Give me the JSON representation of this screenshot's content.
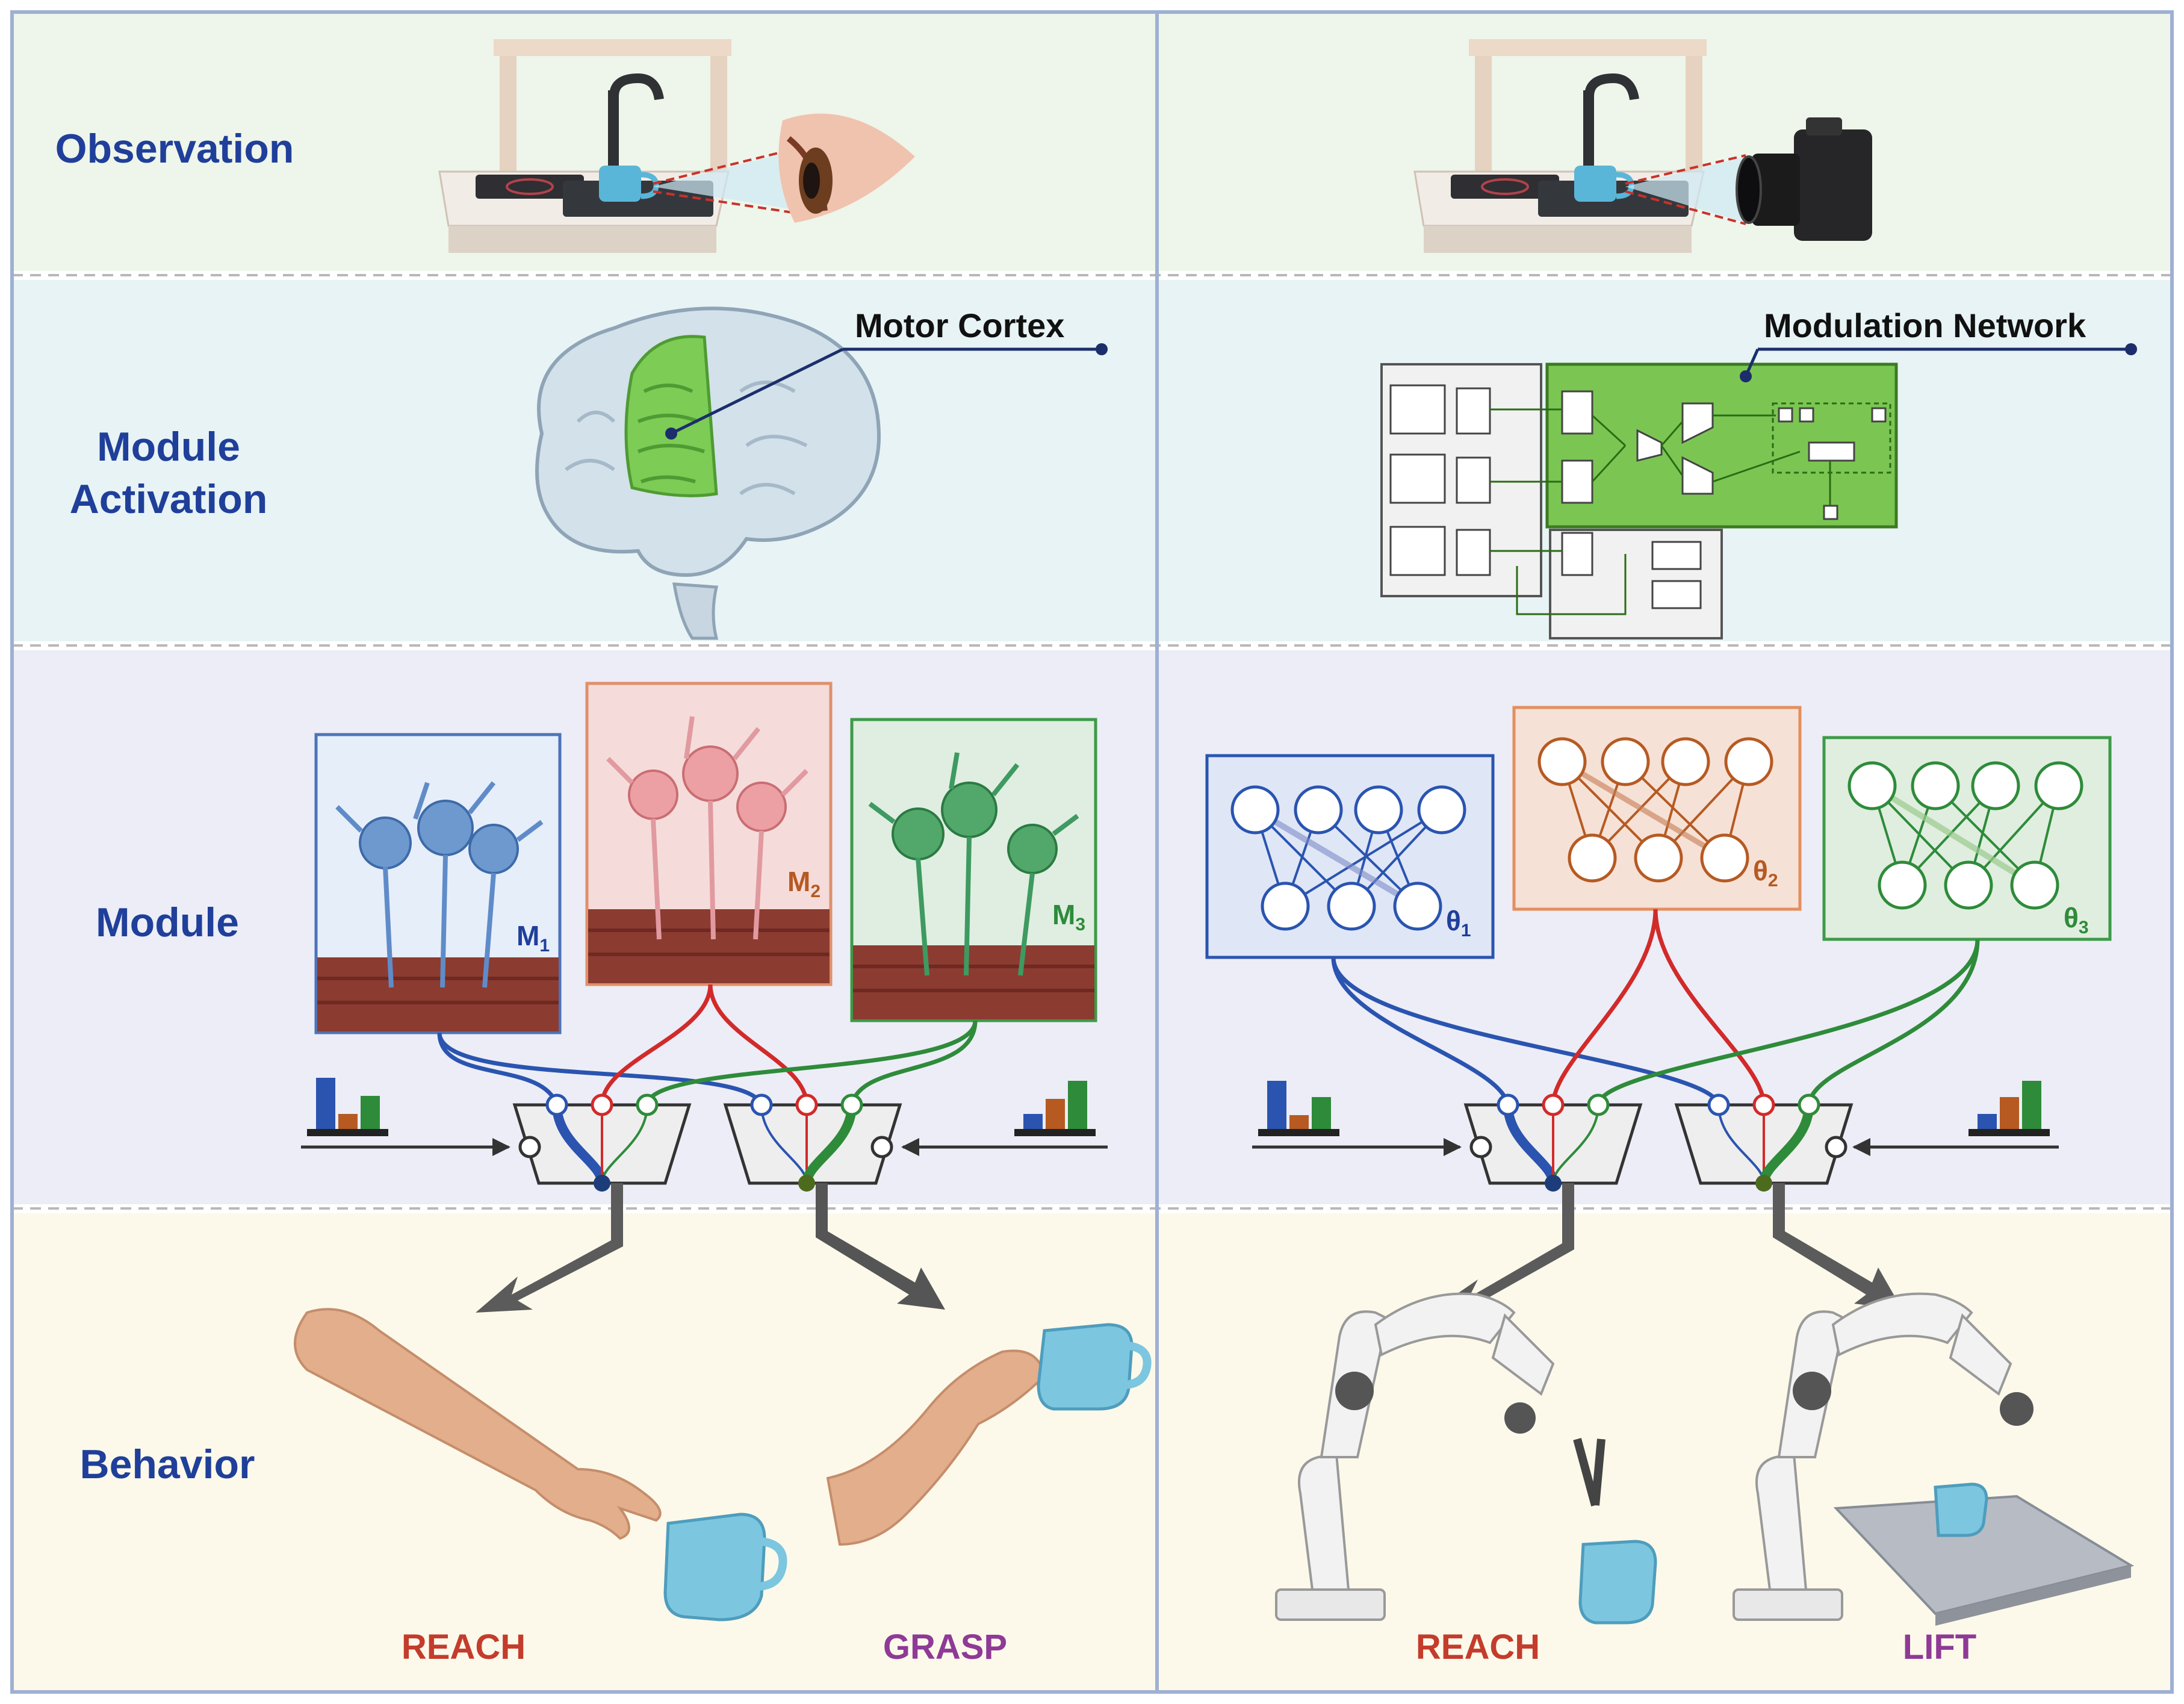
{
  "rows": {
    "observation": "Observation",
    "module_activation": [
      "Module",
      "Activation"
    ],
    "module": "Module",
    "behavior": "Behavior"
  },
  "left": {
    "callout": "Motor Cortex",
    "modules": [
      {
        "label": "M",
        "sub": "1",
        "color": "#1f3f9a"
      },
      {
        "label": "M",
        "sub": "2",
        "color": "#b65a22"
      },
      {
        "label": "M",
        "sub": "3",
        "color": "#2e8b3a"
      }
    ],
    "actions": [
      {
        "label": "REACH",
        "color": "#c43c2c"
      },
      {
        "label": "GRASP",
        "color": "#8e3a96"
      }
    ]
  },
  "right": {
    "callout": "Modulation Network",
    "modules": [
      {
        "label": "θ",
        "sub": "1",
        "color": "#1f3f9a"
      },
      {
        "label": "θ",
        "sub": "2",
        "color": "#b65a22"
      },
      {
        "label": "θ",
        "sub": "3",
        "color": "#2e8b3a"
      }
    ],
    "actions": [
      {
        "label": "REACH",
        "color": "#c43c2c"
      },
      {
        "label": "LIFT",
        "color": "#8e3a96"
      }
    ]
  },
  "colors": {
    "observation_bg": "#eef5ea",
    "activation_bg": "#e7f3f5",
    "module_bg": "#ecedf6",
    "behavior_bg": "#fcf9ea",
    "blue": "#2a54b0",
    "red": "#d22a2a",
    "green": "#2e8b3a",
    "gray_arrow": "#5b5b5b"
  }
}
